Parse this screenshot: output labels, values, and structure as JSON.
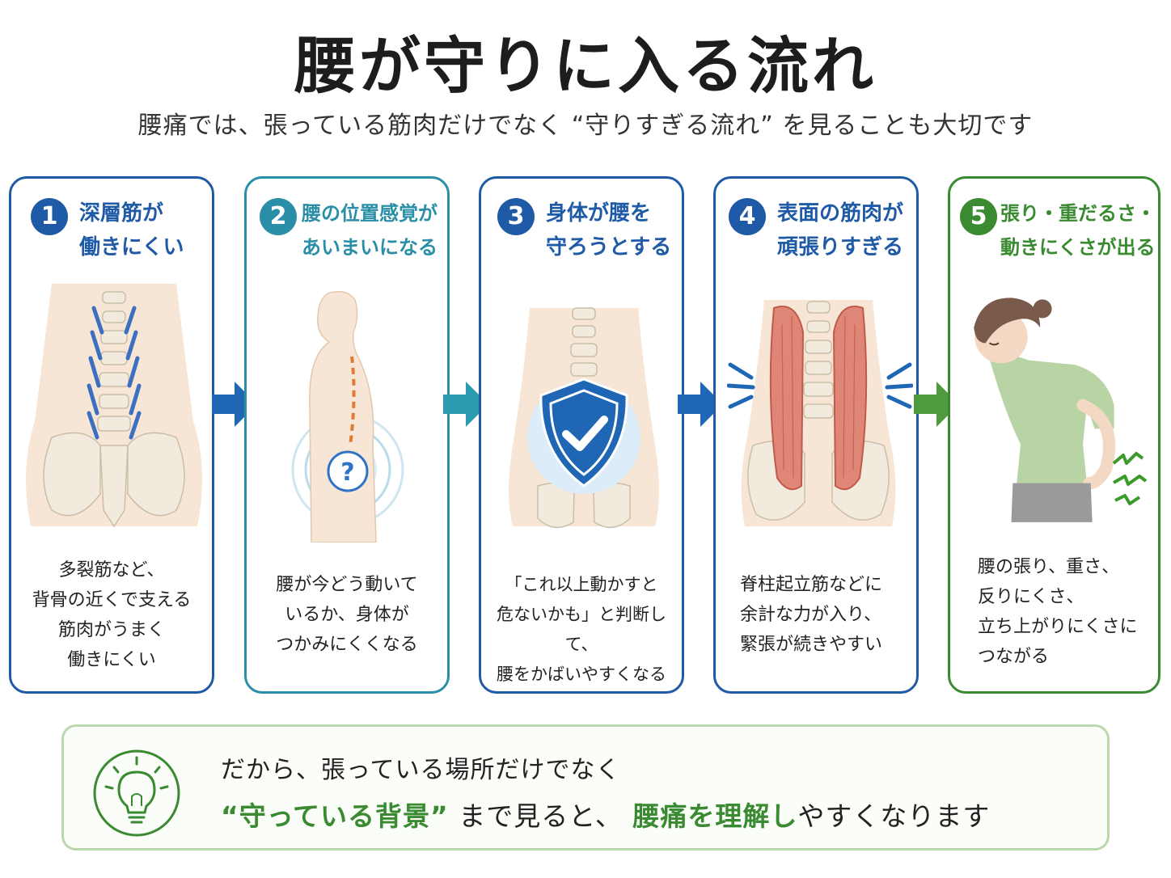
{
  "title": "腰が守りに入る流れ",
  "subtitle": "腰痛では、張っている筋肉だけでなく “守りすぎる流れ” を見ることも大切です",
  "colors": {
    "blue": "#1f5aa6",
    "teal": "#2a8fa6",
    "green": "#3a8a31"
  },
  "steps": [
    {
      "num": "1",
      "line1": "深層筋が",
      "line2": "働きにくい",
      "desc": [
        "多裂筋など、",
        "背骨の近くで支える",
        "筋肉がうまく",
        "働きにくい"
      ],
      "icon": "spine-deep-muscles-icon"
    },
    {
      "num": "2",
      "line1": "腰の位置感覚が",
      "line2": "あいまいになる",
      "desc": [
        "腰が今どう動いて",
        "いるか、身体が",
        "つかみにくくなる"
      ],
      "icon": "body-question-icon"
    },
    {
      "num": "3",
      "line1": "身体が腰を",
      "line2": "守ろうとする",
      "desc": [
        "「これ以上動かすと",
        "危ないかも」と判断して、",
        "腰をかばいやすくなる"
      ],
      "icon": "shield-check-icon"
    },
    {
      "num": "4",
      "line1": "表面の筋肉が",
      "line2": "頑張りすぎる",
      "desc": [
        "脊柱起立筋などに",
        "余計な力が入り、",
        "緊張が続きやすい"
      ],
      "icon": "erector-muscles-icon"
    },
    {
      "num": "5",
      "line1": "張り・重だるさ・",
      "line2": "動きにくさが出る",
      "desc": [
        "腰の張り、重さ、",
        "反りにくさ、",
        "立ち上がりにくさに",
        "つながる"
      ],
      "icon": "woman-back-pain-icon"
    }
  ],
  "bottom": {
    "line1": "だから、張っている場所だけでなく",
    "line2_a": "“守っている背景”",
    "line2_b": "まで見ると、",
    "line2_c": "腰痛を理解し",
    "line2_d": "やすくなります"
  }
}
